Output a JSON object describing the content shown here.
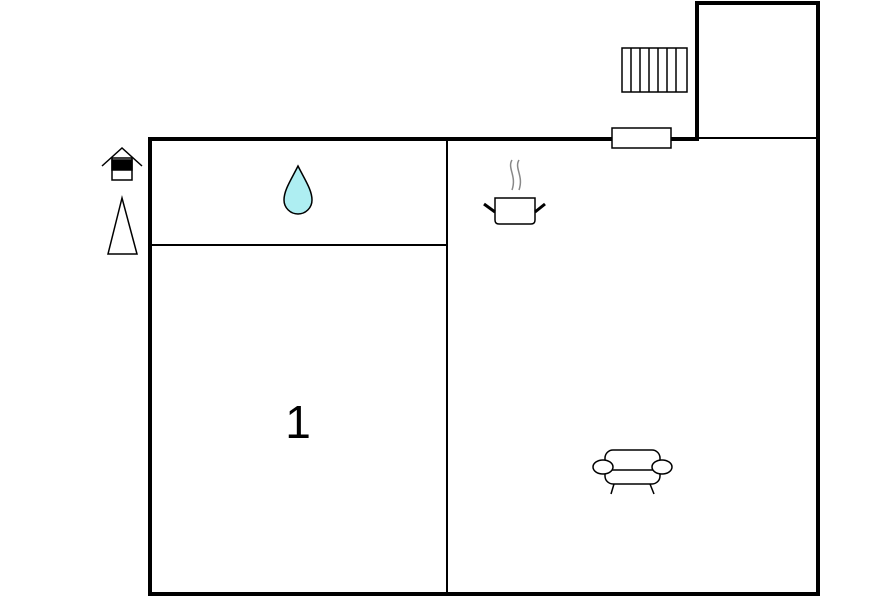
{
  "floorplan": {
    "rooms": [
      {
        "id": "bathroom",
        "icon": "water-drop-icon"
      },
      {
        "id": "bedroom",
        "label": "1"
      },
      {
        "id": "living-kitchen",
        "icons": [
          "cooking-pot-icon",
          "armchair-icon"
        ]
      },
      {
        "id": "annex"
      }
    ],
    "exterior_icons": [
      "house-entrance-icon",
      "north-arrow-icon",
      "radiator-icon"
    ],
    "colors": {
      "wall": "#000000",
      "water": "#aeeef2",
      "steam": "#888888",
      "background": "#ffffff"
    }
  }
}
